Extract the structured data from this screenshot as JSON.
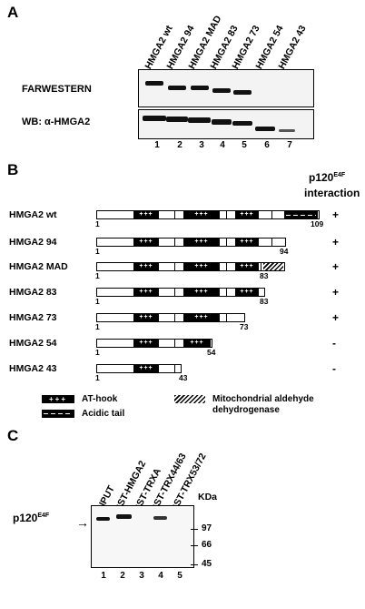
{
  "panel_a": {
    "letter": "A",
    "lane_headers": [
      "HMGA2 wt",
      "HMGA2 94",
      "HMGA2 MAD",
      "HMGA2 83",
      "HMGA2 73",
      "HMGA2 54",
      "HMGA2 43"
    ],
    "farwestern_label": "FARWESTERN",
    "wb_label": "WB: α-HMGA2",
    "lane_numbers": [
      "1",
      "2",
      "3",
      "4",
      "5",
      "6",
      "7"
    ]
  },
  "panel_b": {
    "letter": "B",
    "interaction_header_main": "p120",
    "interaction_header_sup": "E4F",
    "interaction_header_sub": "interaction",
    "constructs": [
      {
        "name": "HMGA2 wt",
        "start": "1",
        "end": "109",
        "interaction": "+"
      },
      {
        "name": "HMGA2 94",
        "start": "1",
        "end": "94",
        "interaction": "+"
      },
      {
        "name": "HMGA2 MAD",
        "start": "1",
        "end": "83",
        "interaction": "+"
      },
      {
        "name": "HMGA2 83",
        "start": "1",
        "end": "83",
        "interaction": "+"
      },
      {
        "name": "HMGA2 73",
        "start": "1",
        "end": "73",
        "interaction": "+"
      },
      {
        "name": "HMGA2 54",
        "start": "1",
        "end": "54",
        "interaction": "-"
      },
      {
        "name": "HMGA2 43",
        "start": "1",
        "end": "43",
        "interaction": "-"
      }
    ],
    "legend": {
      "at_hook": "AT-hook",
      "acidic_tail": "Acidic tail",
      "mito_line1": "Mitochondrial aldehyde",
      "mito_line2": "dehydrogenase"
    },
    "at_hook_glyph": "+++"
  },
  "panel_c": {
    "letter": "C",
    "lane_headers": [
      "INPUT",
      "GST-HMGA2",
      "GST-TRXA",
      "GST-TRX44/63",
      "GST-TRX53/72"
    ],
    "unit_label": "KDa",
    "band_label_main": "p120",
    "band_label_sup": "E4F",
    "markers": [
      "97",
      "66",
      "45"
    ],
    "lane_numbers": [
      "1",
      "2",
      "3",
      "4",
      "5"
    ]
  }
}
